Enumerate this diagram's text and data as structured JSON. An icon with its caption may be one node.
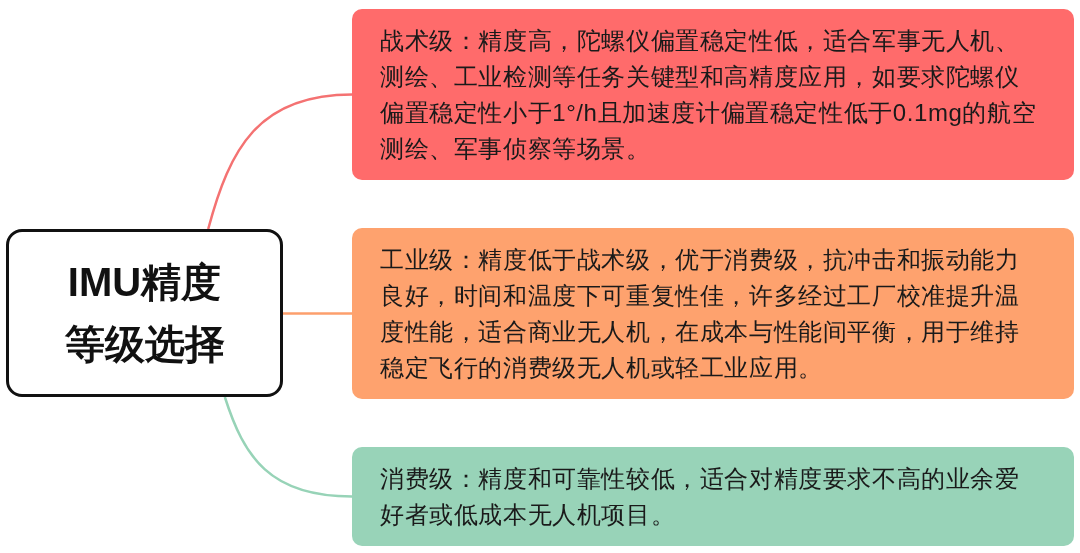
{
  "diagram": {
    "nodes": [
      {
        "text": [
          "IMU精度等级选择"
        ]
      },
      {
        "text": [
          "战术级：精度高，陀螺仪偏置稳定性低，适合军事无人机、测绘、工业检测等任务关键型和高精度应用，如要求陀螺仪偏置稳定性小于1°/h且加速度计偏置稳定性低于0.1mg的航空测绘、军事侦察等场景。"
        ]
      },
      {
        "text": [
          "工业级：精度低于战术级，优于消费级，抗冲击和振动能力良好，时间和温度下可重复性佳，许多经过工厂校准提升温度性能，适合商业无人机，在成本与性能间平衡，用于维持稳定飞行的消费级无人机或轻工业应用。"
        ]
      },
      {
        "text": [
          "消费级：精度和可靠性较低，适合对精度要求不高的业余爱好者或低成本无人机项目。"
        ]
      }
    ],
    "edges": [
      {
        "from": 0,
        "to": 1,
        "arrow": "none",
        "color": "#f47272"
      },
      {
        "from": 0,
        "to": 2,
        "arrow": "none",
        "color": "#fd9f6c"
      },
      {
        "from": 0,
        "to": 3,
        "arrow": "none",
        "color": "#97d3b7"
      }
    ]
  }
}
